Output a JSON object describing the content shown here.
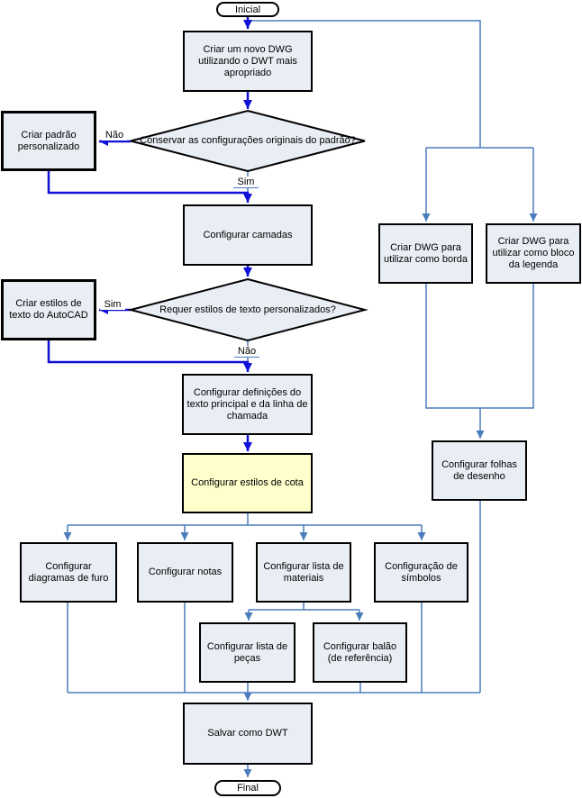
{
  "diagram": {
    "nodes": {
      "start": "Inicial",
      "create_new_dwg": "Criar um novo DWG utilizando o DWT mais apropriado",
      "decision_keep_defaults": "Conservar as configurações originais do padrão?",
      "create_custom_standard": "Criar padrão personalizado",
      "configure_layers": "Configurar camadas",
      "decision_custom_text_styles": "Requer estilos de texto personalizados?",
      "create_autocad_text_styles": "Criar estilos de texto do AutoCAD",
      "configure_main_text": "Configurar definições do texto principal e da linha de chamada",
      "configure_dimension_styles": "Configurar estilos de cota",
      "configure_hole_charts": "Configurar diagramas de furo",
      "configure_notes": "Configurar notas",
      "configure_bom": "Configurar lista de materiais",
      "configure_symbols": "Configuração de símbolos",
      "configure_parts_list": "Configurar lista de peças",
      "configure_balloon": "Configurar balão (de referência)",
      "save_as_dwt": "Salvar como DWT",
      "end": "Final",
      "create_border_dwg": "Criar DWG para utilizar como borda",
      "create_title_block_dwg": "Criar DWG para utilizar como bloco da legenda",
      "configure_drawing_sheets": "Configurar folhas de desenho"
    },
    "edge_labels": {
      "no_keep_defaults": "Não",
      "yes_keep_defaults": "Sim",
      "yes_custom_text": "Sim",
      "no_custom_text": "Não"
    },
    "colors": {
      "node_fill": "#e9edf4",
      "node_border": "#000000",
      "highlight_fill": "#ffffcc",
      "terminal_fill": "#fdfdfd",
      "arrow_primary": "#1010d6",
      "arrow_secondary": "#4b7cbc"
    }
  }
}
